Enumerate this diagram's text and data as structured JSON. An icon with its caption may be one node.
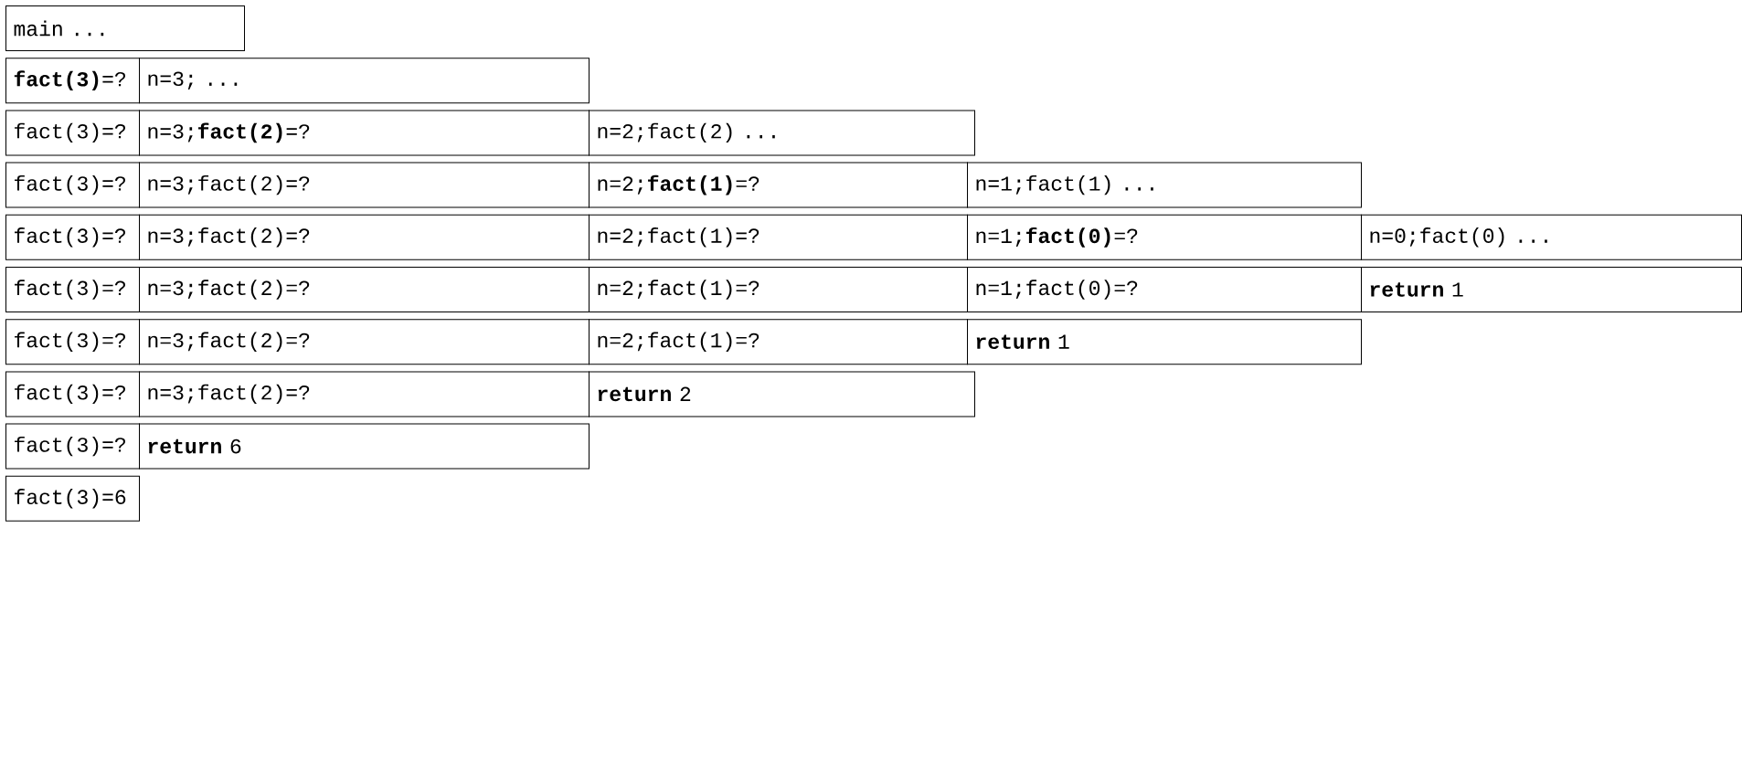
{
  "diagram": {
    "nodes": [
      {
        "text": [
          "main ..."
        ]
      },
      {
        "text": [
          "**fact(3)**=?"
        ]
      },
      {
        "text": [
          "n=3; ..."
        ]
      },
      {
        "text": [
          "fact(3)=?"
        ]
      },
      {
        "text": [
          "n=3;**fact(2)**=?"
        ]
      },
      {
        "text": [
          "n=2;fact(2) ..."
        ]
      },
      {
        "text": [
          "fact(3)=?"
        ]
      },
      {
        "text": [
          "n=3;fact(2)=?"
        ]
      },
      {
        "text": [
          "n=2;**fact(1)**=?"
        ]
      },
      {
        "text": [
          "n=1;fact(1) ..."
        ]
      },
      {
        "text": [
          "fact(3)=?"
        ]
      },
      {
        "text": [
          "n=3;fact(2)=?"
        ]
      },
      {
        "text": [
          "n=2;fact(1)=?"
        ]
      },
      {
        "text": [
          "n=1;**fact(0)**=?"
        ]
      },
      {
        "text": [
          "n=0;fact(0) ..."
        ]
      },
      {
        "text": [
          "fact(3)=?"
        ]
      },
      {
        "text": [
          "n=3;fact(2)=?"
        ]
      },
      {
        "text": [
          "n=2;fact(1)=?"
        ]
      },
      {
        "text": [
          "n=1;fact(0)=?"
        ]
      },
      {
        "text": [
          "**return** 1"
        ]
      },
      {
        "text": [
          "fact(3)=?"
        ]
      },
      {
        "text": [
          "n=3;fact(2)=?"
        ]
      },
      {
        "text": [
          "n=2;fact(1)=?"
        ]
      },
      {
        "text": [
          "**return** 1"
        ]
      },
      {
        "text": [
          "fact(3)=?"
        ]
      },
      {
        "text": [
          "n=3;fact(2)=?"
        ]
      },
      {
        "text": [
          "**return** 2"
        ]
      },
      {
        "text": [
          "fact(3)=?"
        ]
      },
      {
        "text": [
          "**return** 6"
        ]
      },
      {
        "text": [
          "fact(3)=6"
        ]
      }
    ]
  }
}
